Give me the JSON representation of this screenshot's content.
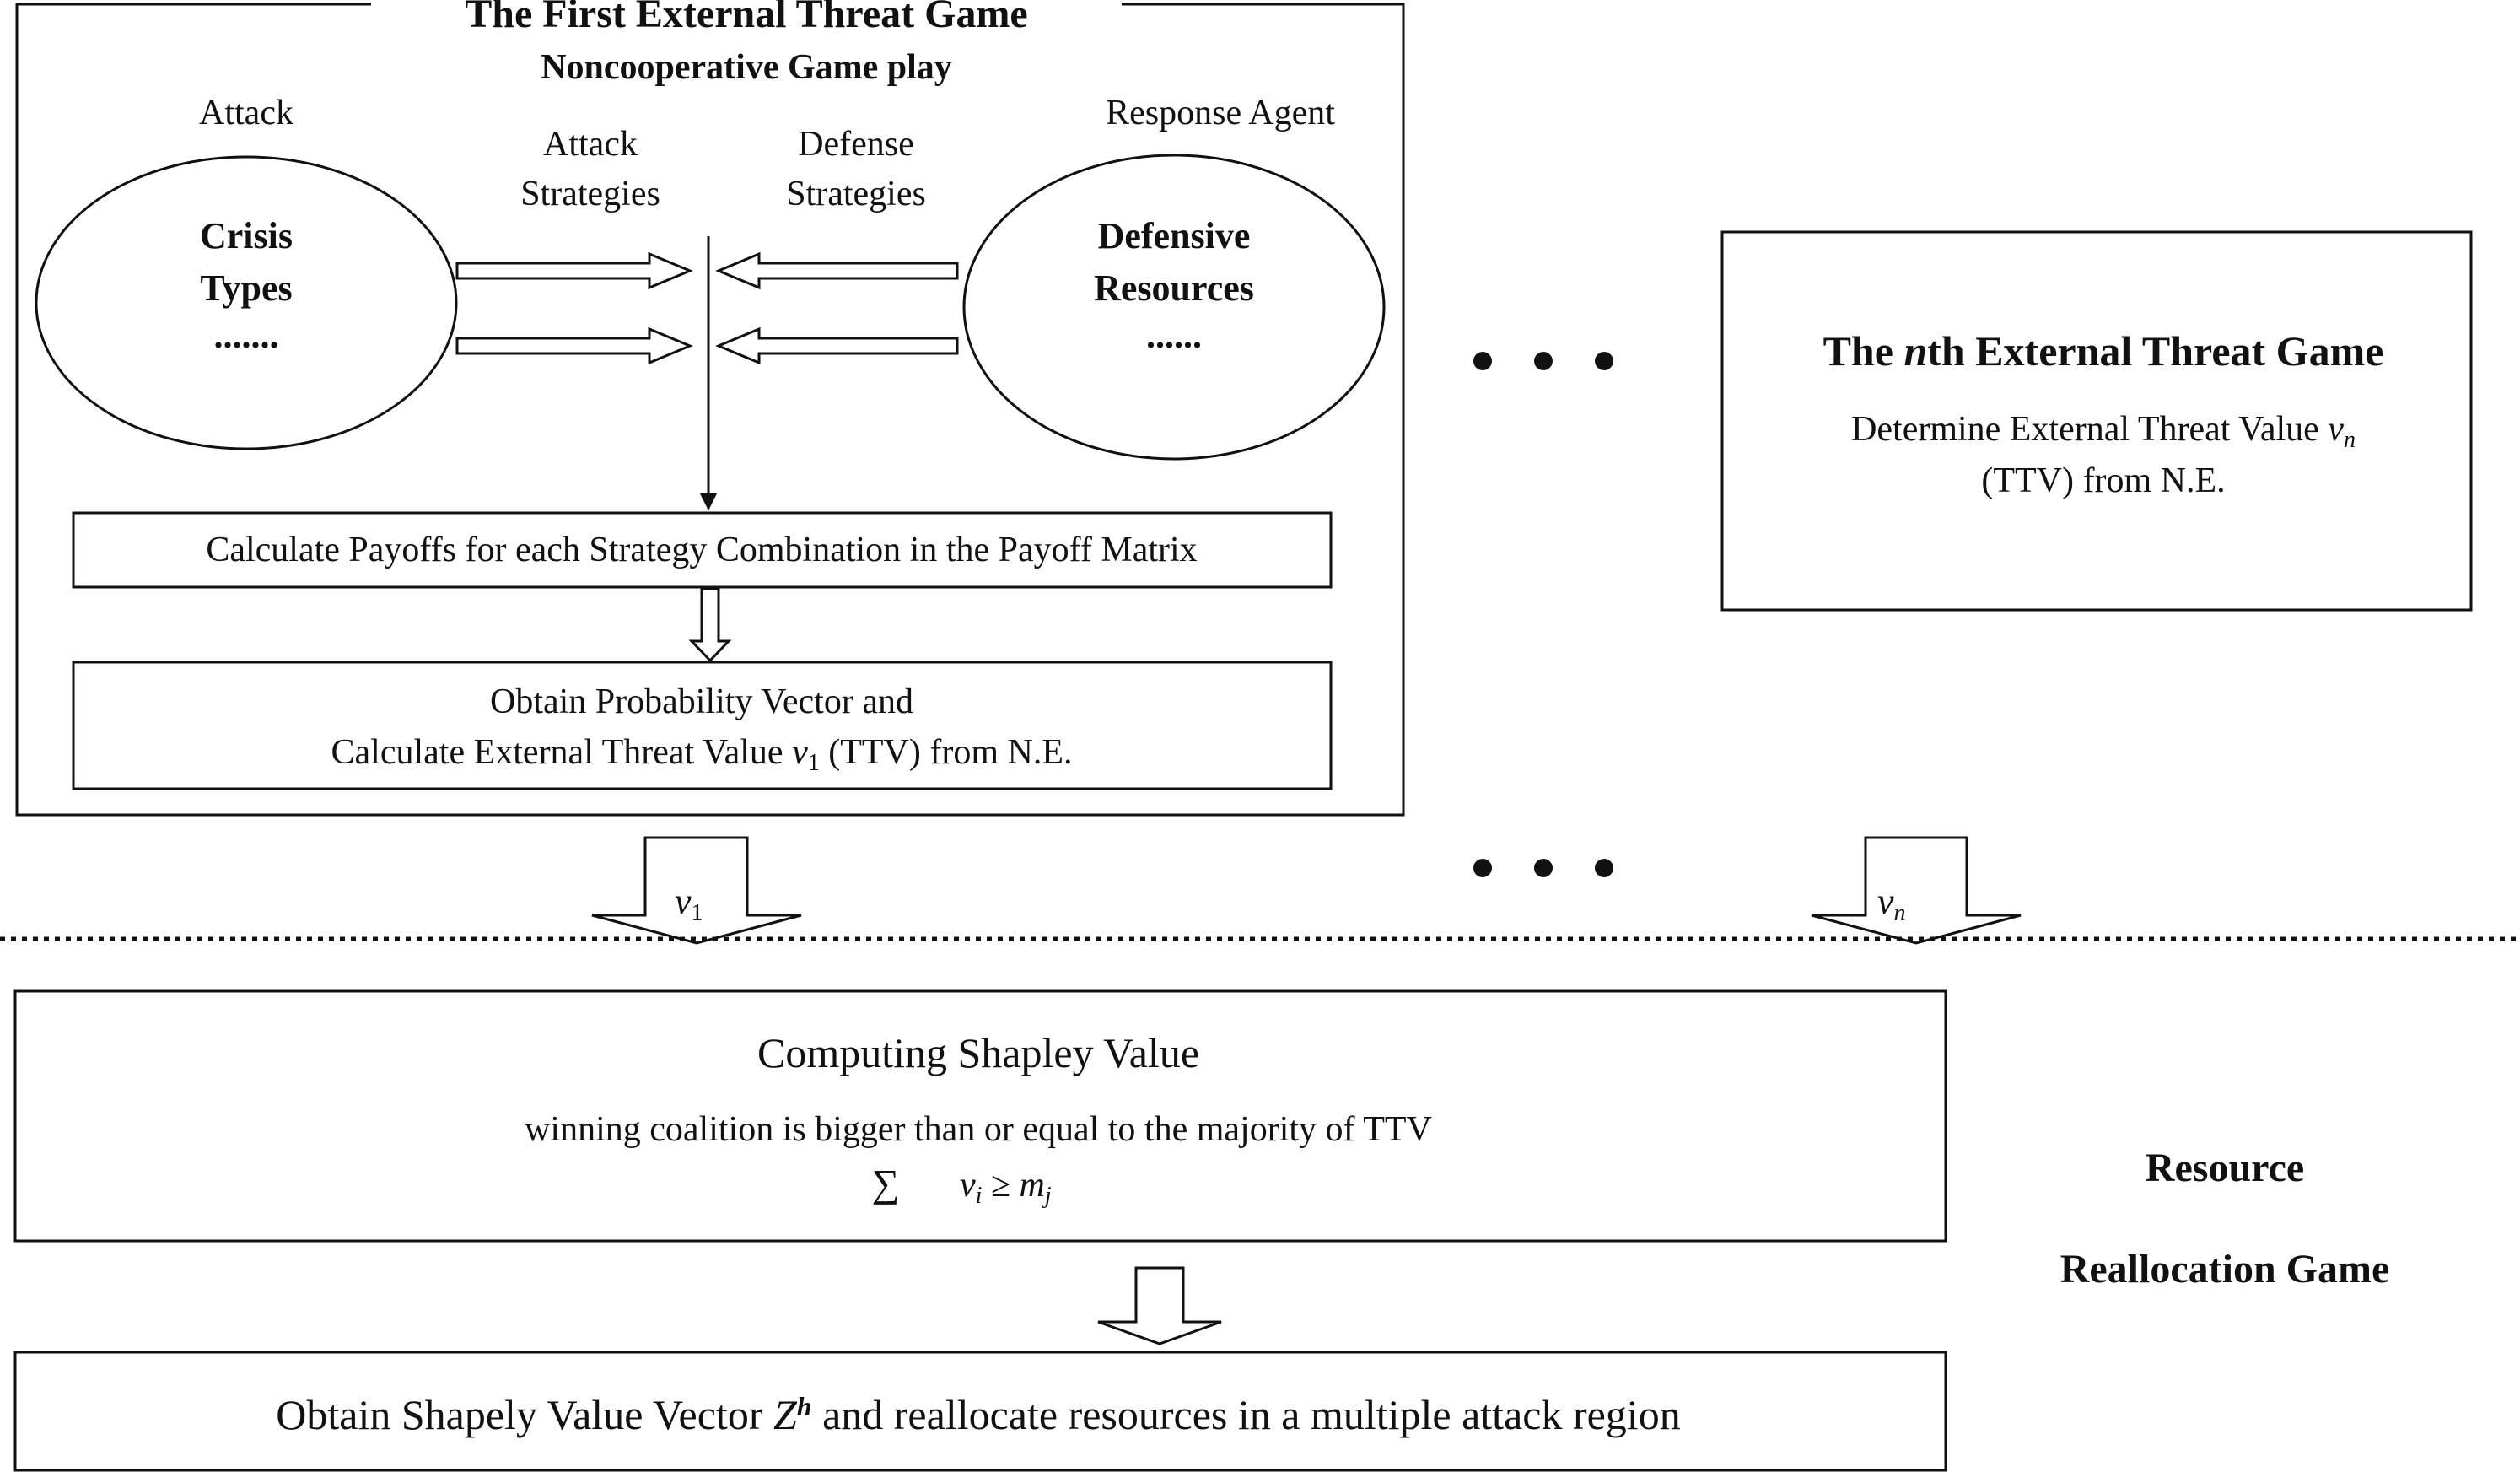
{
  "first_game": {
    "title": "The First External Threat Game",
    "subtitle": "Noncooperative Game play",
    "attack_label": "Attack",
    "attack_strategies": [
      "Attack",
      "Strategies"
    ],
    "defense_strategies": [
      "Defense",
      "Strategies"
    ],
    "response_agent_label": "Response Agent",
    "crisis_types": [
      "Crisis",
      "Types"
    ],
    "crisis_ellipsis": ".......",
    "defensive_resources": [
      "Defensive",
      "Resources"
    ],
    "defensive_ellipsis": "......",
    "payoffs_box": "Calculate Payoffs for each Strategy Combination in the Payoff Matrix",
    "probability_line1": "Obtain Probability Vector and",
    "probability_line2_a": "Calculate External Threat Value ",
    "probability_var": "v",
    "probability_sub": "1",
    "probability_line2_b": " (TTV) from N.E."
  },
  "nth_game": {
    "title_a": "The ",
    "title_n": "n",
    "title_b": "th External Threat Game",
    "line1_a": "Determine External Threat Value ",
    "line1_var": "v",
    "line1_sub": "n",
    "line2": "(TTV) from N.E."
  },
  "arrows": {
    "v1_var": "v",
    "v1_sub": "1",
    "vn_var": "v",
    "vn_sub": "n"
  },
  "shapley": {
    "title": "Computing Shapley Value",
    "condition": "winning coalition is bigger than or equal to the majority of TTV",
    "sum_symbol": "∑",
    "formula_v": "v",
    "formula_i": "i",
    "formula_ge": " ≥ ",
    "formula_m": "m",
    "formula_j": "j"
  },
  "result_box": {
    "text_a": "Obtain Shapely Value Vector ",
    "z": "Z",
    "h": "h",
    "text_b": " and reallocate resources in a multiple attack region"
  },
  "side_label": {
    "line1": "Resource",
    "line2": "Reallocation Game"
  }
}
